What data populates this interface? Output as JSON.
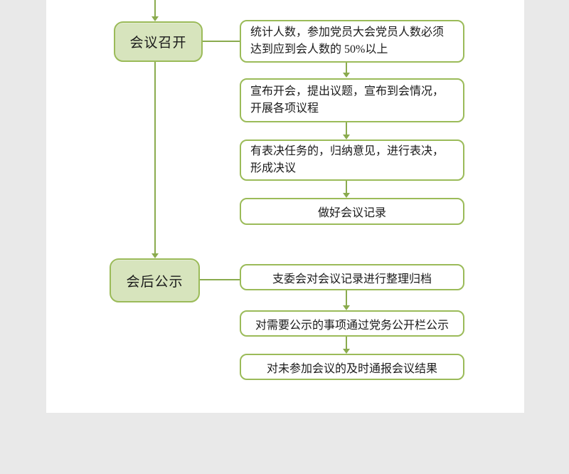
{
  "colors": {
    "background": "#e9e9e9",
    "page": "#ffffff",
    "node_fill": "#d7e4bd",
    "node_border": "#9bbb59",
    "connector": "#8aab4e",
    "text": "#1a1a1a"
  },
  "flowchart": {
    "type": "process-flow",
    "stages": [
      {
        "label": "会议召开",
        "steps": [
          {
            "lines": [
              "统计人数，参加党员大会党员人数必须",
              "达到应到会人数的 50%以上"
            ]
          },
          {
            "lines": [
              "宣布开会，提出议题，宣布到会情况，",
              "开展各项议程"
            ]
          },
          {
            "lines": [
              "有表决任务的，归纳意见，进行表决，",
              "形成决议"
            ]
          },
          {
            "lines": [
              "做好会议记录"
            ]
          }
        ]
      },
      {
        "label": "会后公示",
        "steps": [
          {
            "lines": [
              "支委会对会议记录进行整理归档"
            ]
          },
          {
            "lines": [
              "对需要公示的事项通过党务公开栏公示"
            ]
          },
          {
            "lines": [
              "对未参加会议的及时通报会议结果"
            ]
          }
        ]
      }
    ]
  }
}
